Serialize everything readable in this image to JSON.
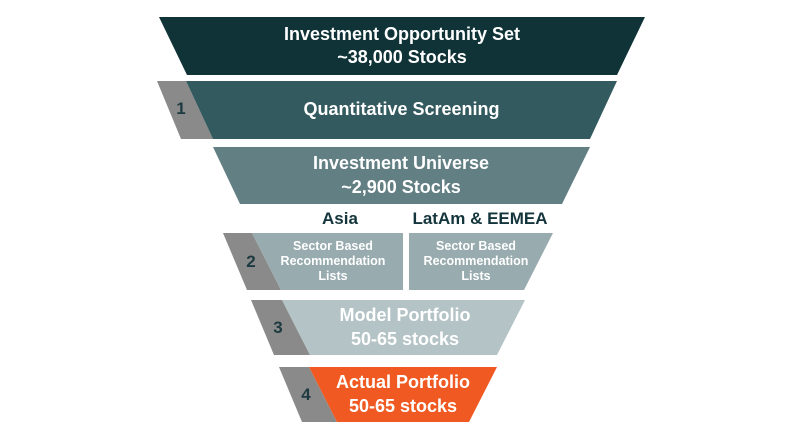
{
  "colors": {
    "level1": "#0f3337",
    "level2": "#335a5e",
    "level3": "#627f83",
    "level4": "#98abae",
    "level5": "#b4c3c5",
    "level6": "#f05a22",
    "step_tab": "#8a8a8a",
    "step_number": "#1d3a40",
    "region_label": "#13353b"
  },
  "funnel": {
    "opportunity_set": {
      "line1": "Investment Opportunity Set",
      "line2": "~38,000 Stocks"
    },
    "screening": {
      "step": "1",
      "label": "Quantitative Screening"
    },
    "universe": {
      "line1": "Investment Universe",
      "line2": "~2,900 Stocks"
    },
    "regions": {
      "left": {
        "title": "Asia",
        "line1": "Sector Based",
        "line2": "Recommendation",
        "line3": "Lists"
      },
      "right": {
        "title": "LatAm & EEMEA",
        "line1": "Sector Based",
        "line2": "Recommendation",
        "line3": "Lists"
      },
      "step": "2"
    },
    "model_portfolio": {
      "step": "3",
      "line1": "Model Portfolio",
      "line2": "50-65 stocks"
    },
    "actual_portfolio": {
      "step": "4",
      "line1": "Actual Portfolio",
      "line2": "50-65 stocks"
    }
  }
}
